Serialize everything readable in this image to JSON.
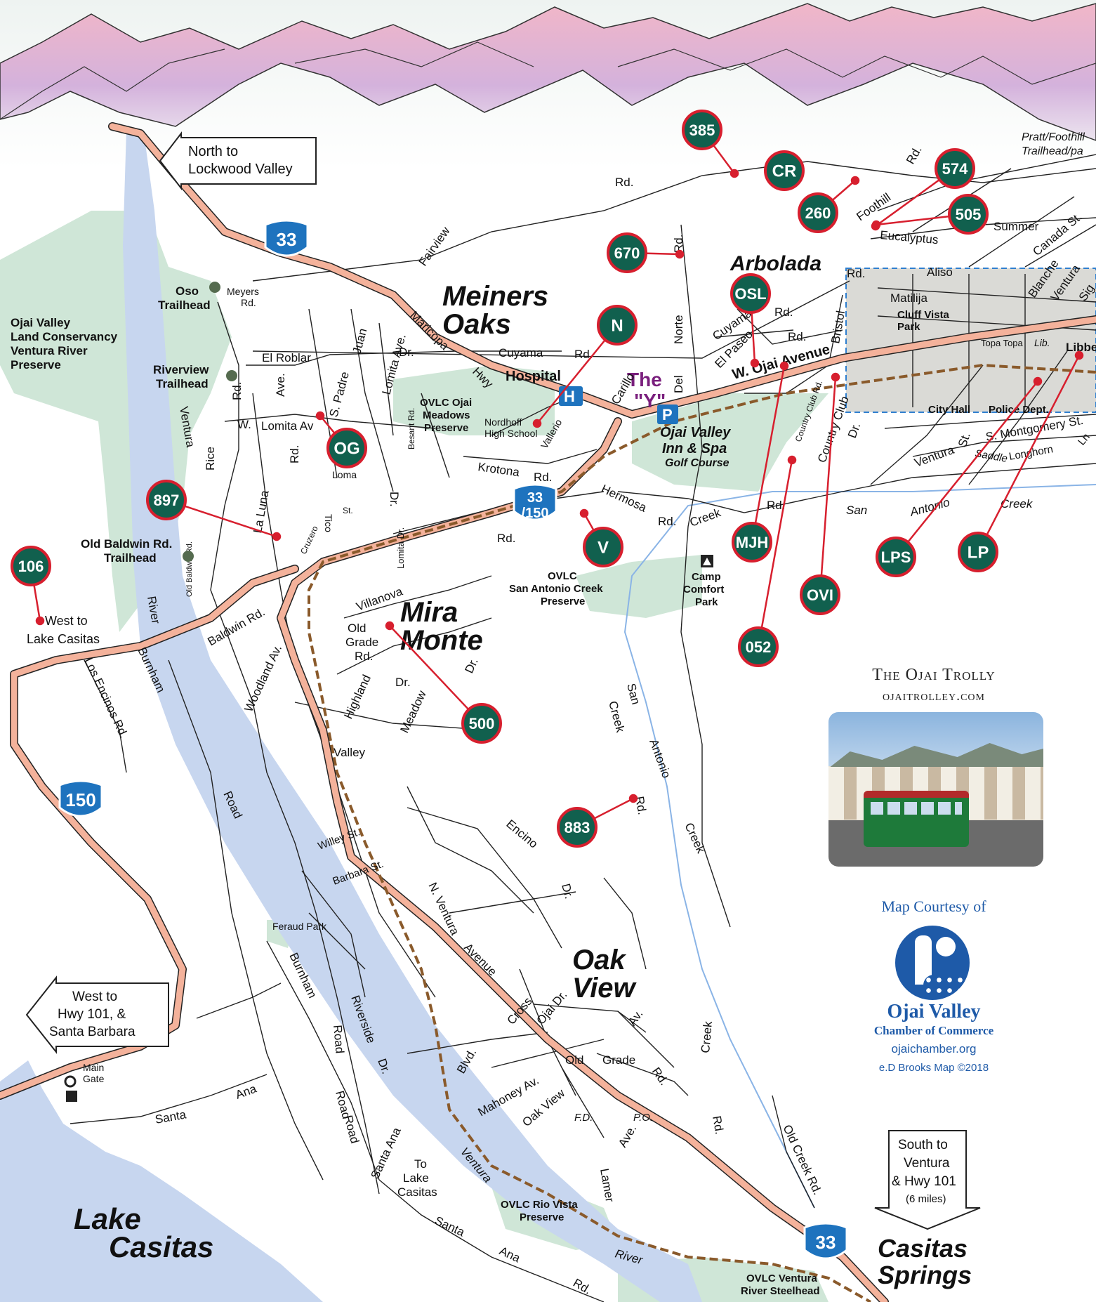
{
  "colors": {
    "highway": "#f4b29b",
    "river": "#c7d6ef",
    "preserve": "#cfe6d7",
    "stop_badge": "#11604e",
    "pin": "#d71f2e",
    "route_dash": "#8a5a2b",
    "shield": "#1e73be",
    "ojai_box": "#dadad6",
    "mountains": "#d6b4dc"
  },
  "stops": [
    {
      "id": "385"
    },
    {
      "id": "CR"
    },
    {
      "id": "260"
    },
    {
      "id": "574"
    },
    {
      "id": "505"
    },
    {
      "id": "670"
    },
    {
      "id": "OSL"
    },
    {
      "id": "N"
    },
    {
      "id": "OG"
    },
    {
      "id": "897"
    },
    {
      "id": "106"
    },
    {
      "id": "V"
    },
    {
      "id": "MJH"
    },
    {
      "id": "OVI"
    },
    {
      "id": "052"
    },
    {
      "id": "LPS"
    },
    {
      "id": "LP"
    },
    {
      "id": "500"
    },
    {
      "id": "883"
    }
  ],
  "shields": [
    "33",
    "33\n/150",
    "150",
    "33"
  ],
  "towns": [
    "Meiners Oaks",
    "Arbolada",
    "Mira Monte",
    "Oak View",
    "Lake Casitas",
    "Casitas Springs"
  ],
  "poi_labels": [
    "Oso Trailhead",
    "Ojai Valley Land Conservancy Ventura River Preserve",
    "Riverview Trailhead",
    "Old Baldwin Rd. Trailhead",
    "OVLC Ojai Meadows Preserve",
    "Hospital",
    "Nordhoff High School",
    "The \"Y\"",
    "Ojai Valley Inn & Spa",
    "Golf Course",
    "OVLC San Antonio Creek Preserve",
    "Camp Comfort Park",
    "Cluff Vista Park",
    "City Hall",
    "Police Dept.",
    "OVLC Rio Vista Preserve",
    "OVLC Ventura River Steelhead Preserve",
    "Feraud Park",
    "To Lake Casitas",
    "Main Gate",
    "West to Lake Casitas",
    "Pratt/Foothill Trailhead/pa",
    "Topa Topa",
    "Lib.",
    "Libbe",
    "Old Grade Rd.",
    "F.D.",
    "P.O."
  ],
  "streets": [
    "Rd.",
    "Fairview",
    "Foothill",
    "Rd.",
    "Eucalyptus",
    "Summer",
    "Canada St.",
    "Aliso",
    "Blanche",
    "Ventura",
    "Sig",
    "Matilija",
    "Rd.",
    "Meyers Rd.",
    "El Roblar",
    "Dr.",
    "Cuyama",
    "Rd.",
    "Maricopa",
    "Hwy",
    "Carillo",
    "Del",
    "Norte",
    "Rd.",
    "Cuyama",
    "Rd.",
    "El Paseo",
    "Rd.",
    "Bristol",
    "W. Ojai Avenue",
    "Country Club Rd.",
    "Country Club",
    "Dr.",
    "Rice",
    "Rd.",
    "Ave.",
    "S. Padre",
    "Juan",
    "Lomita Ave.",
    "W.",
    "Lomita Av",
    "Rd.",
    "Besant Rd.",
    "Vallerio",
    "Krotona",
    "Rd.",
    "Loma",
    "Dr.",
    "Tico",
    "St.",
    "Cruzero",
    "La Luna",
    "Hermosa",
    "Rd.",
    "Creek",
    "Rd.",
    "San",
    "Antonio",
    "Creek",
    "Ventura",
    "St.",
    "S. Montgomery St.",
    "Saddle",
    "Longhorn",
    "Ln",
    "Rd.",
    "Lomita Dr.",
    "Villanova",
    "Old Baldwin Rd.",
    "Baldwin Rd.",
    "Woodland Av.",
    "Highland",
    "Dr.",
    "Meadow",
    "Dr.",
    "Valley",
    "Los Encinos Rd.",
    "Burnham",
    "Ventura",
    "River",
    "Road",
    "San",
    "Creek",
    "Antonio",
    "Rd.",
    "Creek",
    "Encino",
    "Dr.",
    "Willey St.",
    "Barbara St.",
    "N. Ventura",
    "Avenue",
    "Burnham",
    "Road",
    "Riverside",
    "Dr.",
    "Road",
    "Santa",
    "Ana",
    "Road",
    "Santa Ana",
    "Blvd.",
    "Cross",
    "Ojai Dr.",
    "Av.",
    "Old",
    "Grade",
    "Rd.",
    "Mahoney Av.",
    "Oak View",
    "Ave.",
    "Lamer",
    "Creek",
    "Rd.",
    "Old Creek Rd.",
    "Ventura",
    "River",
    "Santa",
    "Ana",
    "Rd."
  ],
  "signs": {
    "north": "North to\nLockwood Valley",
    "west": "West to\nHwy 101, &\nSanta Barbara",
    "south": "South to\nVentura\n& Hwy 101",
    "south_sub": "(6 miles)"
  },
  "sidebar": {
    "title": "The Ojai Trolly",
    "url": "ojaitrolley.com",
    "courtesy": "Map Courtesy of",
    "chamber_name": "Ojai Valley",
    "chamber_sub": "Chamber of Commerce",
    "chamber_url": "ojaichamber.org",
    "credit": "e.D Brooks Map ©2018"
  }
}
